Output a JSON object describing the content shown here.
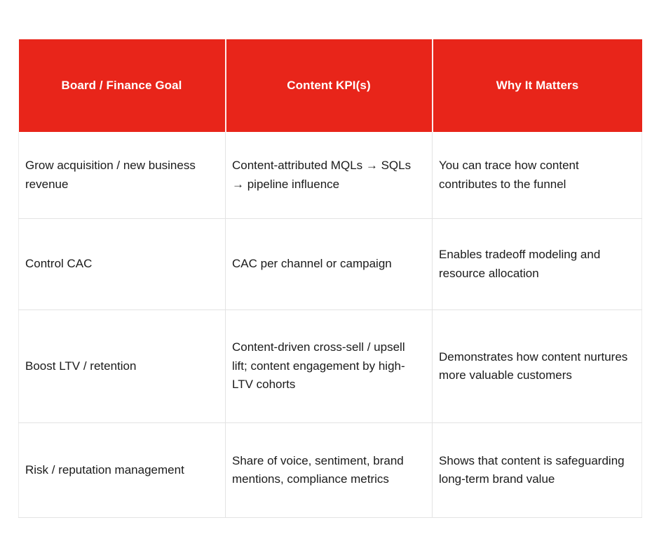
{
  "table": {
    "name": "board-finance-goal-content-kpi-table",
    "accent_color": "#E8251A",
    "header_text_color": "#FFFFFF",
    "body_text_color": "#1B1B1B",
    "grid_line_color": "#E3E3E3",
    "columns": [
      {
        "label": "Board / Finance Goal"
      },
      {
        "label": "Content KPI(s)"
      },
      {
        "label": "Why It Matters"
      }
    ],
    "rows": [
      {
        "goal": "Grow acquisition / new business revenue",
        "kpi": "Content-attributed MQLs → SQLs → pipeline influence",
        "why": "You can trace how content contributes to the funnel"
      },
      {
        "goal": "Control CAC",
        "kpi": "CAC per channel or campaign",
        "why": "Enables tradeoff modeling and resource allocation"
      },
      {
        "goal": "Boost LTV / retention",
        "kpi": "Content-driven cross-sell / upsell lift; content engagement by high-LTV cohorts",
        "why": "Demonstrates how content nurtures more valuable customers"
      },
      {
        "goal": "Risk / reputation management",
        "kpi": "Share of voice, sentiment, brand mentions, compliance metrics",
        "why": "Shows that content is safeguarding long-term brand value"
      }
    ]
  }
}
